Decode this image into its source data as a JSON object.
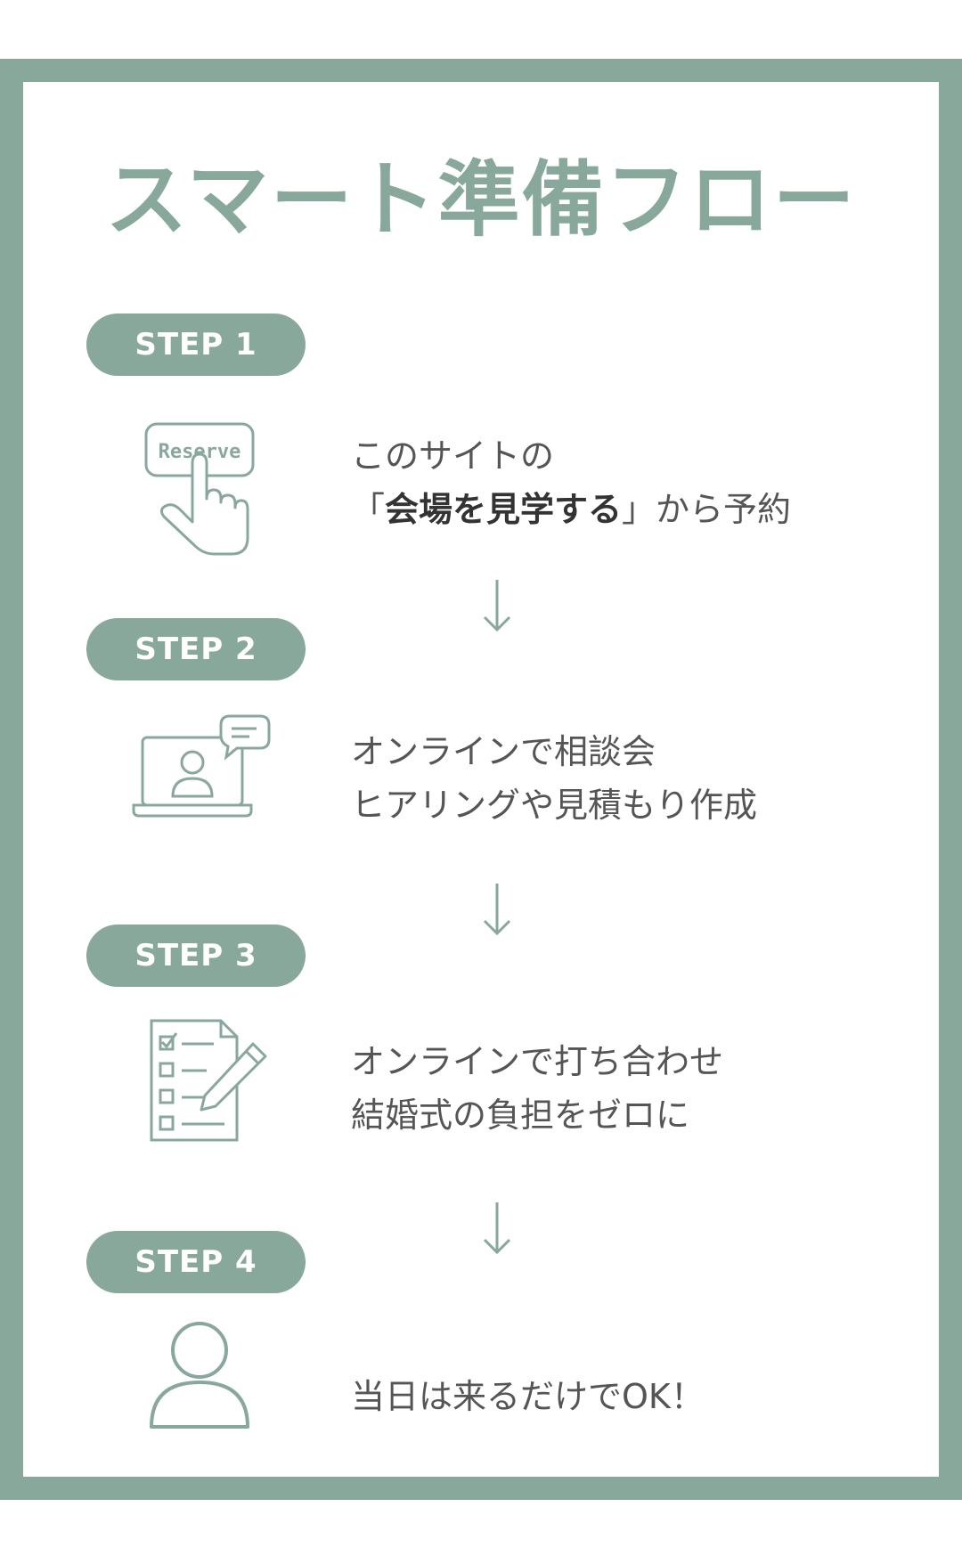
{
  "title": "スマート準備フロー",
  "colors": {
    "accent": "#88a89b",
    "text": "#555555",
    "text_bold": "#333333",
    "background": "#ffffff"
  },
  "steps": [
    {
      "label": "STEP 1",
      "icon": "reserve-hand-icon",
      "icon_text": "Reserve",
      "line1": "このサイトの",
      "line2_open": "「",
      "line2_bold": "会場を見学する",
      "line2_close": "」から予約"
    },
    {
      "label": "STEP 2",
      "icon": "video-call-icon",
      "line1": "オンラインで相談会",
      "line2": "ヒアリングや見積もり作成"
    },
    {
      "label": "STEP 3",
      "icon": "checklist-pen-icon",
      "line1": "オンラインで打ち合わせ",
      "line2": "結婚式の負担をゼロに"
    },
    {
      "label": "STEP 4",
      "icon": "person-icon",
      "line1": "当日は来るだけでOK！"
    }
  ],
  "arrow_icon": "arrow-down-icon"
}
